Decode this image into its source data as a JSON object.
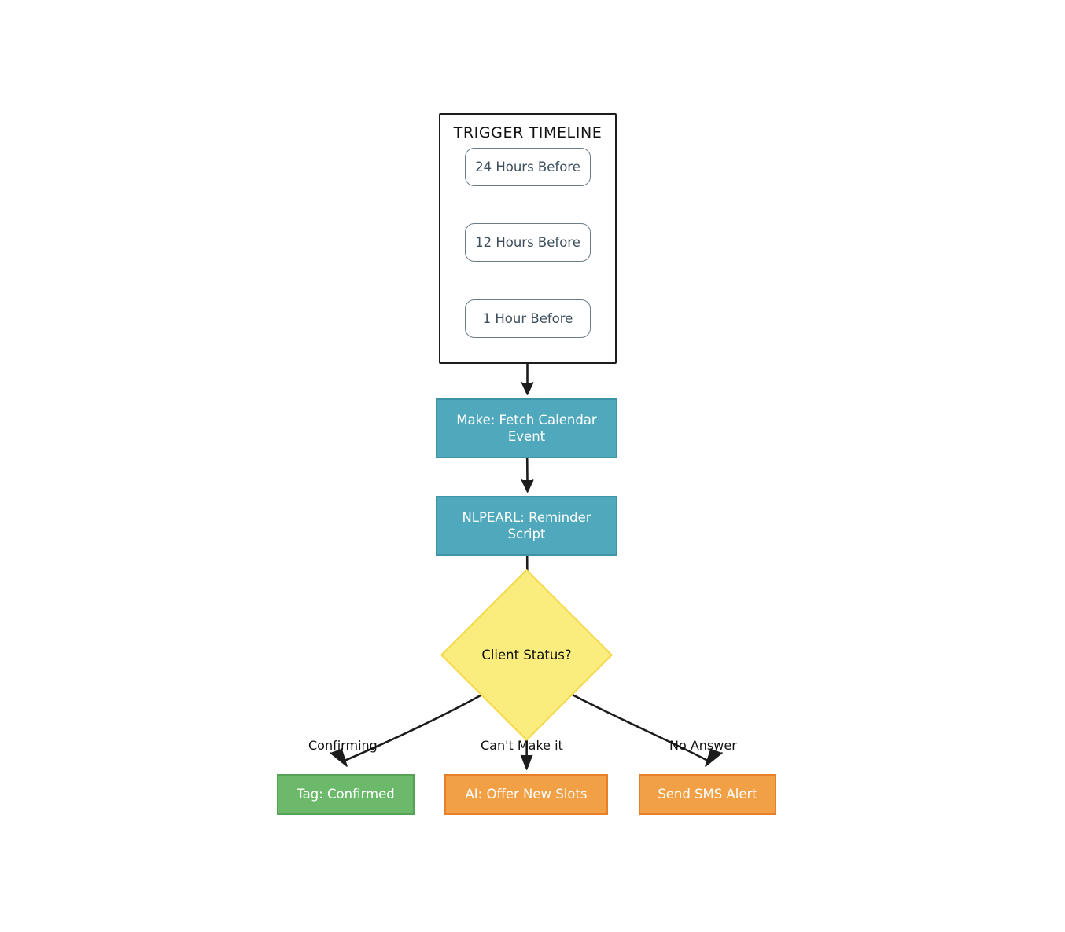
{
  "diagram": {
    "title": "TRIGGER TIMELINE",
    "type": "flowchart",
    "background": "#ffffff"
  },
  "timeline": {
    "title": "TRIGGER TIMELINE",
    "items": [
      {
        "label": "24 Hours Before"
      },
      {
        "label": "12 Hours Before"
      },
      {
        "label": "1 Hour Before"
      }
    ]
  },
  "nodes": {
    "make": {
      "label": "Make: Fetch Calendar Event",
      "color": "#4FA8BC"
    },
    "nlpearl": {
      "label": "NLPEARL: Reminder Script",
      "color": "#4FA8BC"
    },
    "decision": {
      "label": "Client Status?",
      "color": "#FAED7D"
    },
    "tag_confirmed": {
      "label": "Tag: Confirmed",
      "color": "#6CB96C"
    },
    "offer_slots": {
      "label": "AI: Offer New Slots",
      "color": "#F2A046"
    },
    "sms_alert": {
      "label": "Send SMS Alert",
      "color": "#F2A046"
    }
  },
  "edge_labels": {
    "confirming": "Confirming",
    "cant_make_it": "Can't Make it",
    "no_answer": "No Answer"
  },
  "colors": {
    "teal": "#4FA8BC",
    "green": "#6CB96C",
    "orange": "#F2A046",
    "yellow": "#FAED7D",
    "stroke": "#1c1c1c",
    "subnode_border": "#6a7b86"
  }
}
